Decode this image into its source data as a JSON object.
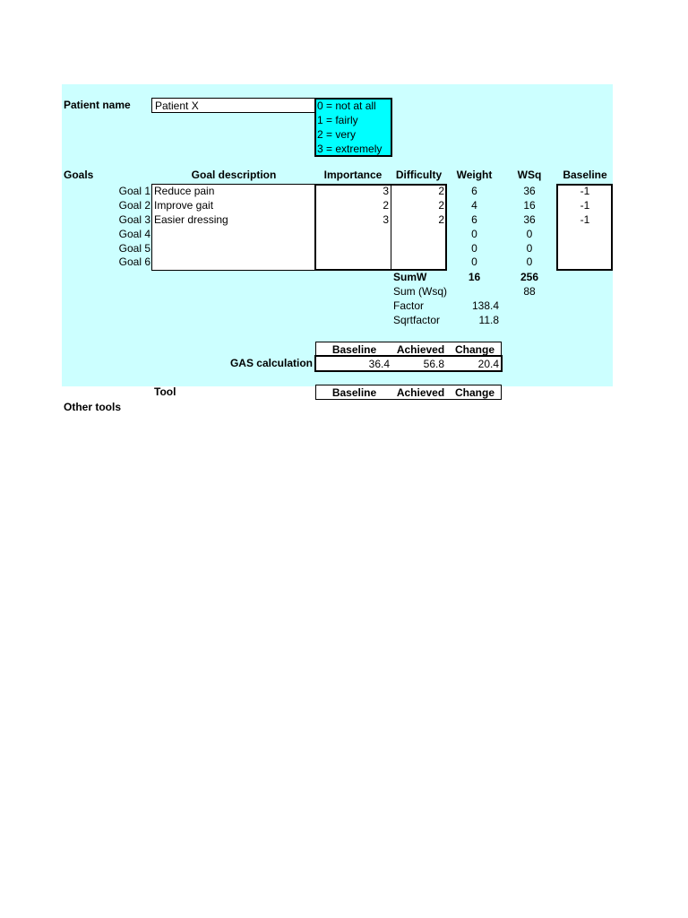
{
  "patient": {
    "label": "Patient name",
    "value": "Patient X"
  },
  "scale": [
    "0 = not at all",
    "1 = fairly",
    "2 = very",
    "3 = extremely"
  ],
  "headers": {
    "goals": "Goals",
    "goal_description": "Goal description",
    "importance": "Importance",
    "difficulty": "Difficulty",
    "weight": "Weight",
    "wsq": "WSq",
    "baseline": "Baseline"
  },
  "goals": [
    {
      "label": "Goal 1",
      "description": "Reduce pain",
      "importance": "3",
      "difficulty": "2",
      "weight": "6",
      "wsq": "36",
      "baseline": "-1"
    },
    {
      "label": "Goal 2",
      "description": "Improve gait",
      "importance": "2",
      "difficulty": "2",
      "weight": "4",
      "wsq": "16",
      "baseline": "-1"
    },
    {
      "label": "Goal 3",
      "description": "Easier dressing",
      "importance": "3",
      "difficulty": "2",
      "weight": "6",
      "wsq": "36",
      "baseline": "-1"
    },
    {
      "label": "Goal 4",
      "description": "",
      "importance": "",
      "difficulty": "",
      "weight": "0",
      "wsq": "0",
      "baseline": ""
    },
    {
      "label": "Goal 5",
      "description": "",
      "importance": "",
      "difficulty": "",
      "weight": "0",
      "wsq": "0",
      "baseline": ""
    },
    {
      "label": "Goal 6",
      "description": "",
      "importance": "",
      "difficulty": "",
      "weight": "0",
      "wsq": "0",
      "baseline": ""
    }
  ],
  "sums": {
    "sumw_label": "SumW",
    "sumw_weight": "16",
    "sumw_wsq": "256",
    "sumwsq_label": "Sum (Wsq)",
    "sumwsq_value": "88",
    "factor_label": "Factor",
    "factor_value": "138.4",
    "sqrtfactor_label": "Sqrtfactor",
    "sqrtfactor_value": "11.8"
  },
  "gas": {
    "label": "GAS calculation",
    "headers": [
      "Baseline",
      "Achieved",
      "Change"
    ],
    "values": [
      "36.4",
      "56.8",
      "20.4"
    ]
  },
  "tool": {
    "label": "Tool",
    "headers": [
      "Baseline",
      "Achieved",
      "Change"
    ]
  },
  "other_tools": "Other tools"
}
